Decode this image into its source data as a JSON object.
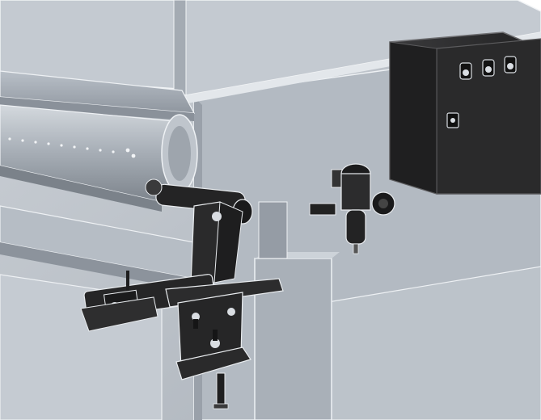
{
  "scene": {
    "colors": {
      "wall_light": "#c2c8cf",
      "wall_mid": "#aeb5bd",
      "wall_dark": "#8e959e",
      "floor": "#b8bfc7",
      "cabinet": "#2b2b2c",
      "cabinet_edge": "#5c5c5e",
      "metal_dark": "#1e1e1f",
      "metal_light": "#d9dde2",
      "outline": "#f4f6f8"
    },
    "parts": [
      "machine-frame",
      "overhead-beam",
      "upper-rail",
      "roller-drum",
      "control-cabinet",
      "cabinet-buttons",
      "cabinet-lock",
      "air-filter-regulator",
      "pneumatic-cylinder",
      "mounting-bracket",
      "pivot-arm",
      "support-post",
      "floor-base"
    ]
  }
}
